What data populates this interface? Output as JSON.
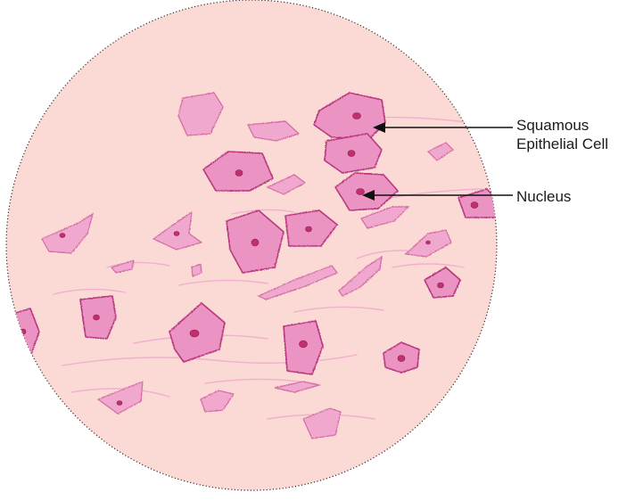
{
  "labels": {
    "squamous_line1": "Squamous",
    "squamous_line2": "Epithelial Cell",
    "nucleus": "Nucleus"
  },
  "colors": {
    "field_fill": "#fbd9d4",
    "field_border": "#3a2a2a",
    "cell_fill": "#e98fbe",
    "cell_stroke": "#b8377e",
    "nucleus_fill": "#c0306e",
    "strand": "#e79ac4",
    "pointer": "#111111"
  },
  "icons": {
    "specimen": "microscope-field-squamous-epithelium"
  }
}
